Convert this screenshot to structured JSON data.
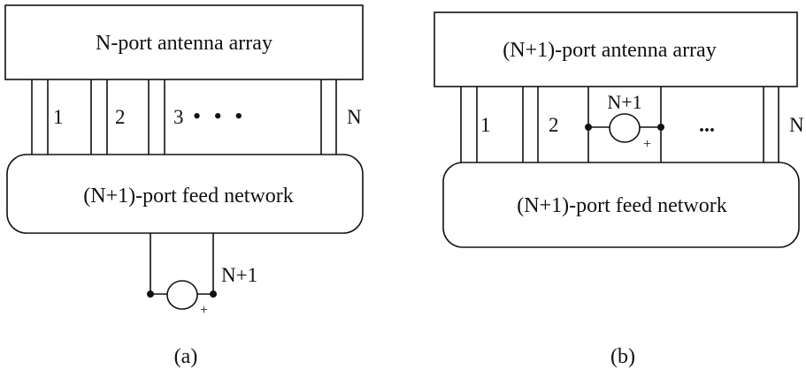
{
  "panel_a": {
    "array_label": "N-port antenna array",
    "feed_label": "(N+1)-port feed network",
    "port_labels": [
      "1",
      "2",
      "3"
    ],
    "ellipsis": "• • •",
    "last_port_label": "N",
    "source_port_label": "N+1",
    "polarity": "+",
    "caption": "(a)"
  },
  "panel_b": {
    "array_label": "(N+1)-port antenna array",
    "feed_label": "(N+1)-port feed network",
    "port_labels": [
      "1",
      "2"
    ],
    "source_port_label": "N+1",
    "polarity": "+",
    "ellipsis": "...",
    "last_port_label": "N",
    "caption": "(b)"
  }
}
